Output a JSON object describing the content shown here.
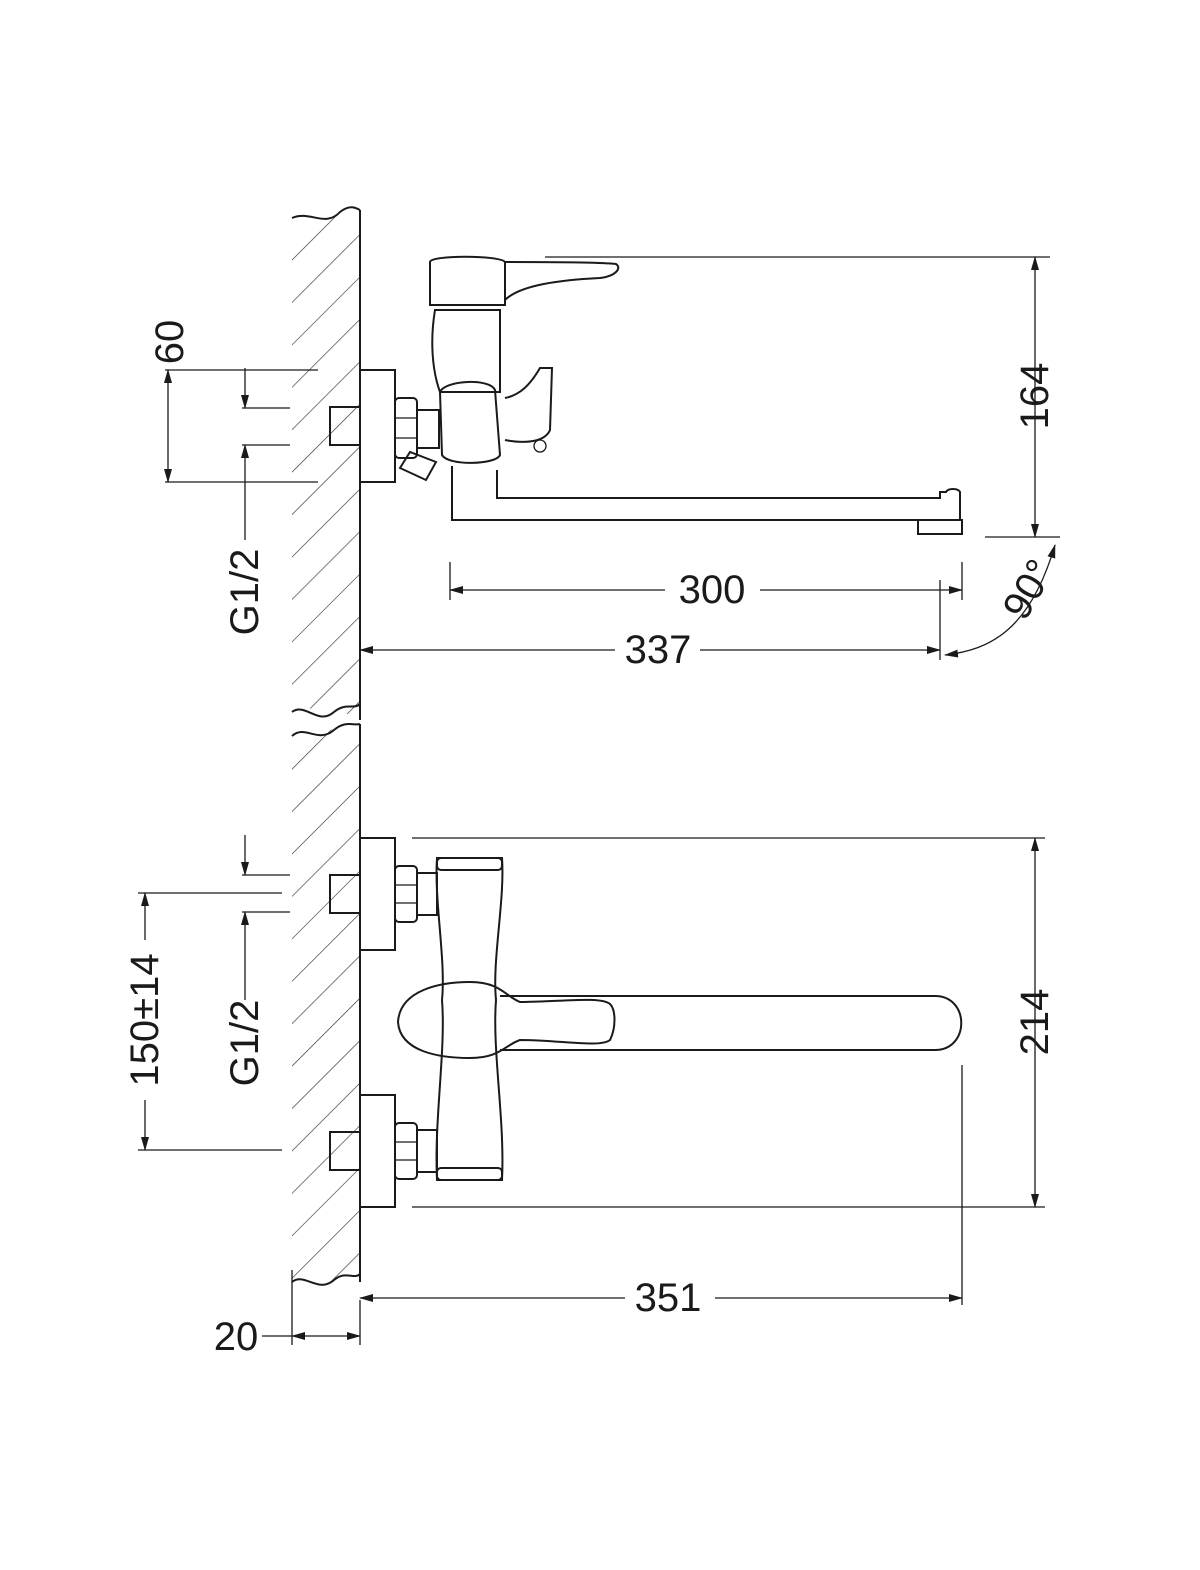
{
  "dimensions": {
    "top_view": {
      "d60": "60",
      "d164": "164",
      "d300": "300",
      "d337": "337",
      "angle": "90°",
      "thread": "G1/2"
    },
    "front_view": {
      "d214": "214",
      "d351": "351",
      "d150": "150±14",
      "d20": "20",
      "thread": "G1/2"
    }
  }
}
